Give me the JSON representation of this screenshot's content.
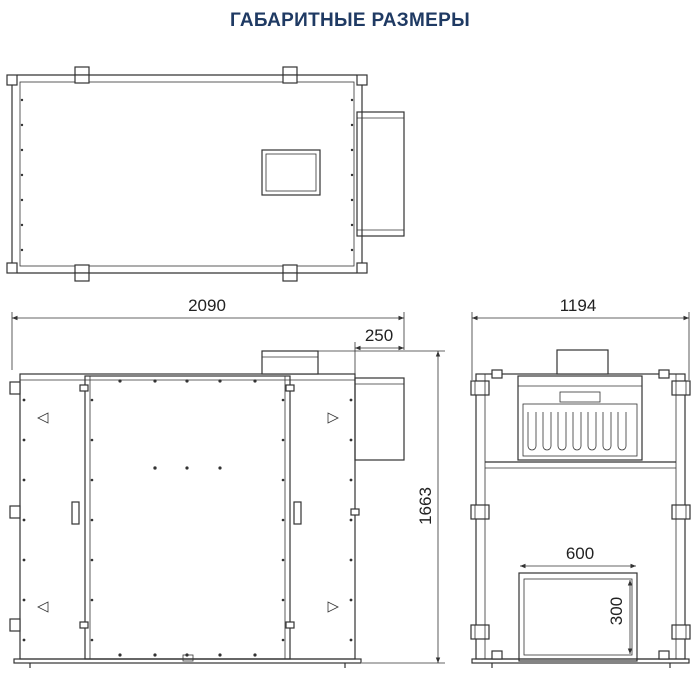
{
  "title": "ГАБАРИТНЫЕ РАЗМЕРЫ",
  "dimensions": {
    "overall_length": "2090",
    "duct_offset": "250",
    "height": "1663",
    "width": "1194",
    "opening_width": "600",
    "opening_height": "300"
  }
}
